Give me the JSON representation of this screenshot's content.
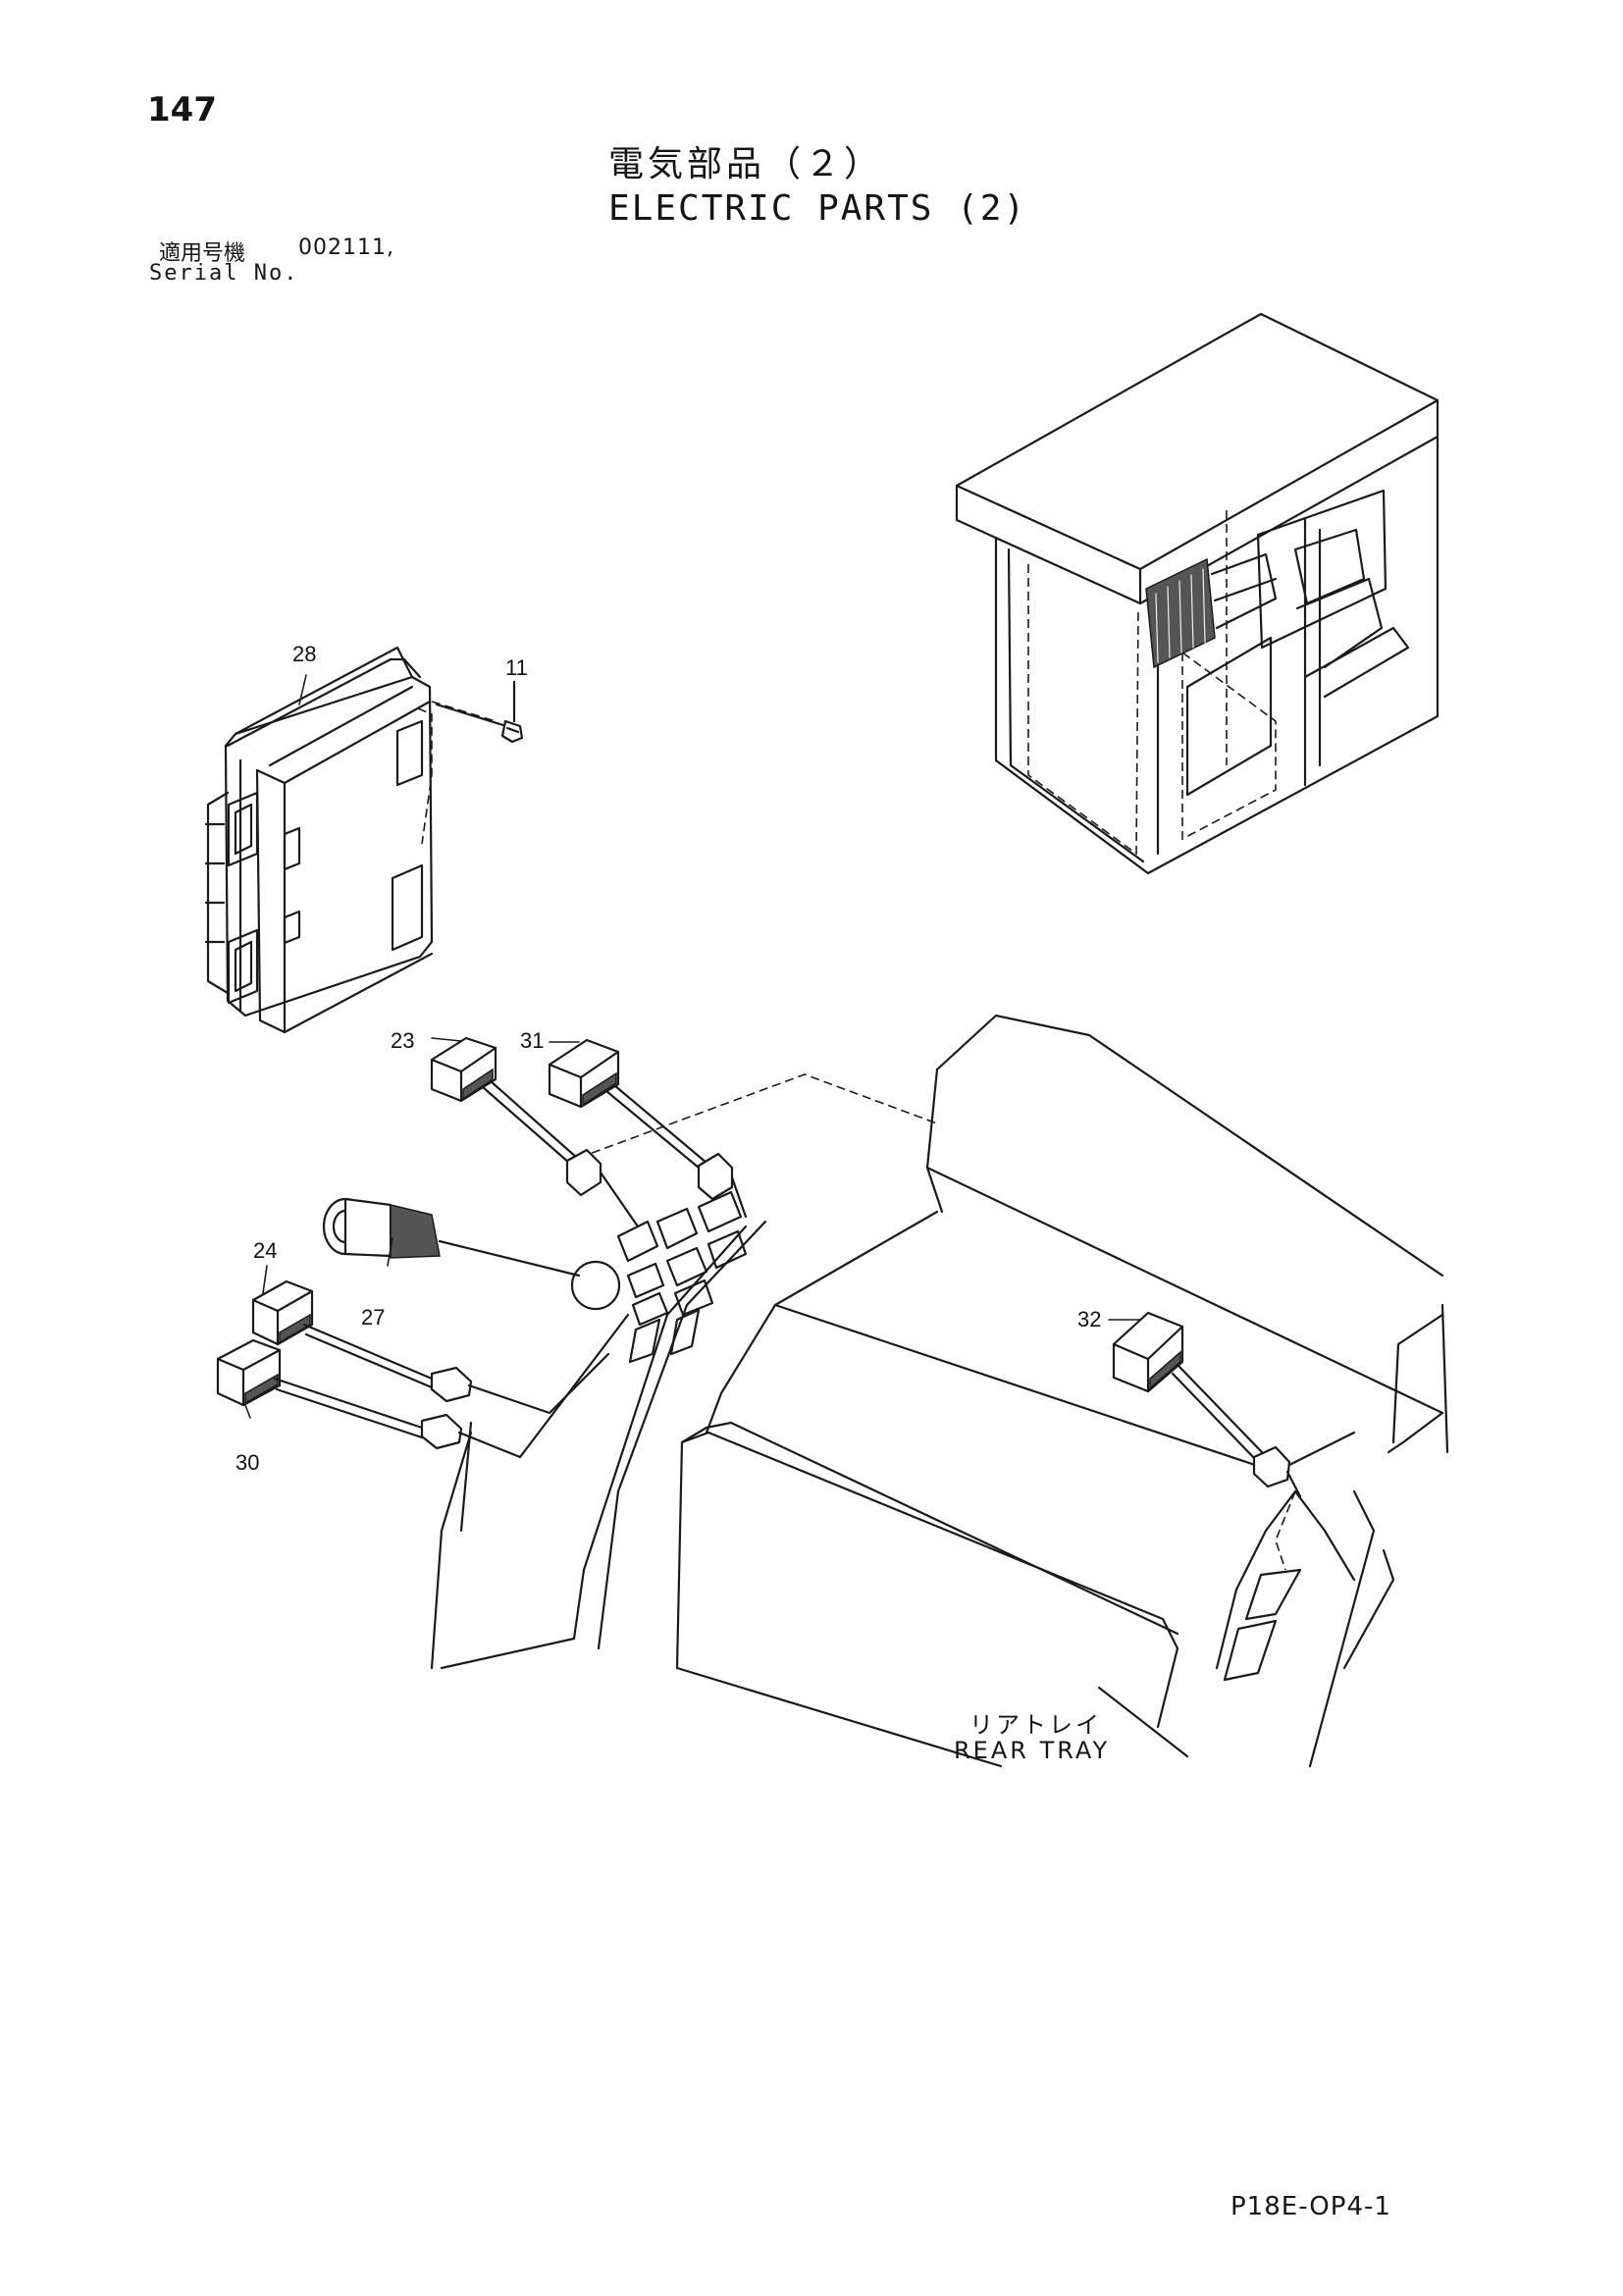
{
  "header": {
    "page_number": "147",
    "title_jp": "電気部品（２）",
    "title_en": "ELECTRIC PARTS (2)",
    "applicable_label": "適用号機",
    "applicable_serial": "002111,",
    "serial_label": "Serial No."
  },
  "callouts": [
    "28",
    "11",
    "23",
    "31",
    "24",
    "27",
    "30",
    "32"
  ],
  "labels": {
    "rear_tray_jp": "リアトレイ",
    "rear_tray_en": "REAR TRAY"
  },
  "footer": {
    "doc_code": "P18E-OP4-1"
  }
}
